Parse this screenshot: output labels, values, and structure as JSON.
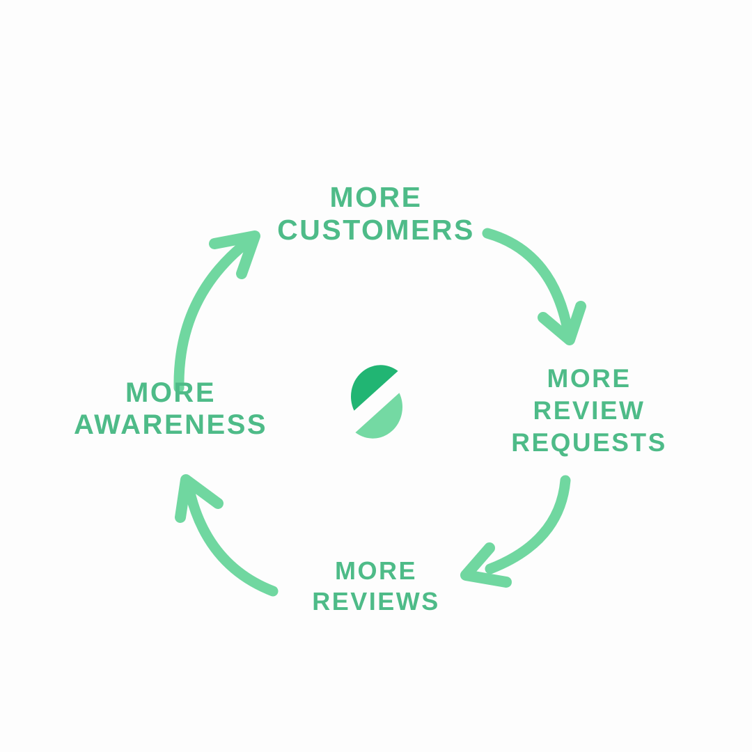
{
  "diagram": {
    "type": "cycle",
    "direction": "clockwise",
    "colors": {
      "background": "#FDFDFD",
      "label": "#4EBB88",
      "arrow": "#70D7A0",
      "logo_dark": "#21B573",
      "logo_light": "#74D9A3"
    },
    "center_logo": {
      "name": "s-mark-logo"
    },
    "nodes": [
      {
        "id": "more-customers",
        "position": "top",
        "lines": [
          "MORE",
          "CUSTOMERS"
        ]
      },
      {
        "id": "more-review-requests",
        "position": "right",
        "lines": [
          "MORE",
          "REVIEW",
          "REQUESTS"
        ]
      },
      {
        "id": "more-reviews",
        "position": "bottom",
        "lines": [
          "MORE",
          "REVIEWS"
        ]
      },
      {
        "id": "more-awareness",
        "position": "left",
        "lines": [
          "MORE",
          "AWARENESS"
        ]
      }
    ],
    "edges": [
      {
        "from": "more-customers",
        "to": "more-review-requests"
      },
      {
        "from": "more-review-requests",
        "to": "more-reviews"
      },
      {
        "from": "more-reviews",
        "to": "more-awareness"
      },
      {
        "from": "more-awareness",
        "to": "more-customers"
      }
    ]
  }
}
